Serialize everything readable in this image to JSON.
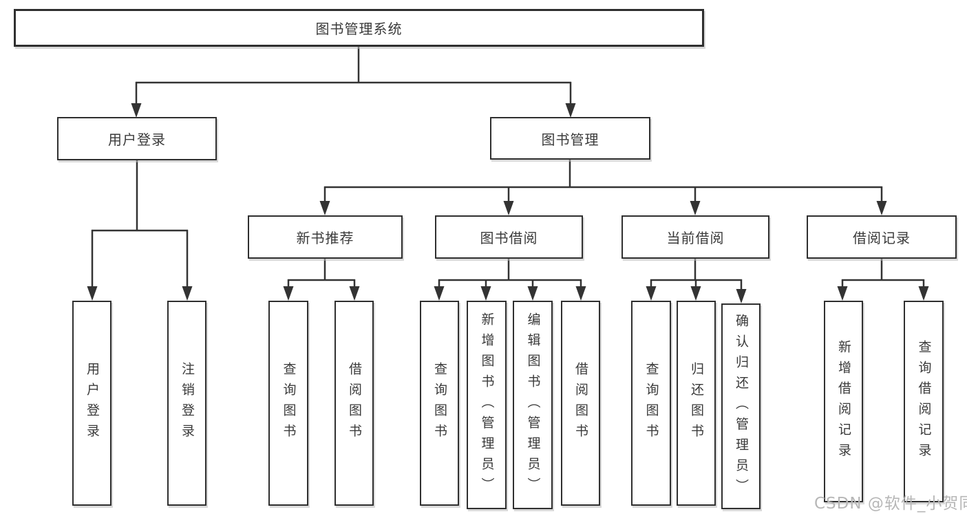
{
  "diagram": {
    "root": {
      "label": "图书管理系统"
    },
    "children": [
      {
        "label": "用户登录",
        "children": [
          {
            "label": "用户登录"
          },
          {
            "label": "注销登录"
          }
        ]
      },
      {
        "label": "图书管理",
        "children": [
          {
            "label": "新书推荐",
            "children": [
              {
                "label": "查询图书"
              },
              {
                "label": "借阅图书"
              }
            ]
          },
          {
            "label": "图书借阅",
            "children": [
              {
                "label": "查询图书"
              },
              {
                "label": "新增图书（管理员）"
              },
              {
                "label": "编辑图书（管理员）"
              },
              {
                "label": "借阅图书"
              }
            ]
          },
          {
            "label": "当前借阅",
            "children": [
              {
                "label": "查询图书"
              },
              {
                "label": "归还图书"
              },
              {
                "label": "确认归还（管理员）"
              }
            ]
          },
          {
            "label": "借阅记录",
            "children": [
              {
                "label": "新增借阅记录"
              },
              {
                "label": "查询借阅记录"
              }
            ]
          }
        ]
      }
    ]
  },
  "watermark": {
    "text": "CSDN @软件_小贺同学"
  },
  "colors": {
    "line": "#333333",
    "box_border": "#2f2f2f",
    "text": "#3a3a3a",
    "watermark_text": "#b7b7b7",
    "background": "#ffffff"
  }
}
